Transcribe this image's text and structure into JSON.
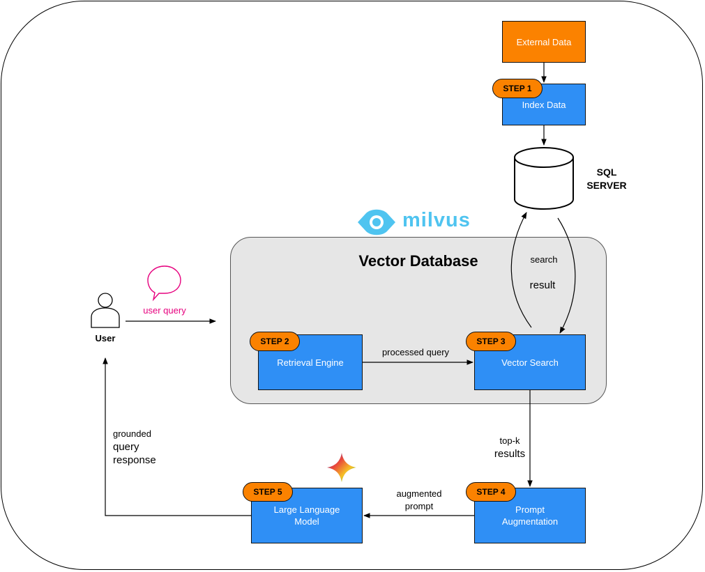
{
  "vector_db": {
    "title": "Vector Database"
  },
  "brand": {
    "logo_text": "milvus",
    "logo_color": "#4fc4f0"
  },
  "nodes": {
    "external_data": "External Data",
    "index_data": "Index Data",
    "sql_server_line1": "SQL",
    "sql_server_line2": "SERVER",
    "retrieval_engine": "Retrieval Engine",
    "vector_search": "Vector Search",
    "prompt_aug_line1": "Prompt",
    "prompt_aug_line2": "Augmentation",
    "llm_line1": "Large Language",
    "llm_line2": "Model",
    "user": "User"
  },
  "steps": {
    "step1": "STEP 1",
    "step2": "STEP 2",
    "step3": "STEP 3",
    "step4": "STEP 4",
    "step5": "STEP 5"
  },
  "edges": {
    "user_query": "user query",
    "processed_query": "processed query",
    "search": "search",
    "result": "result",
    "topk_line1": "top-k",
    "topk_line2": "results",
    "augmented_line1": "augmented",
    "augmented_line2": "prompt",
    "grounded_line1": "grounded",
    "grounded_line2": "query",
    "grounded_line3": "response"
  },
  "colors": {
    "blue_box": "#2f8ff5",
    "orange": "#fb8200",
    "user_query_text": "#e6007e",
    "speech_bubble": "#e6007e"
  },
  "icons": [
    "speech-bubble-icon",
    "user-icon",
    "milvus-eye-icon",
    "database-cylinder-icon",
    "sparkle-icon"
  ]
}
